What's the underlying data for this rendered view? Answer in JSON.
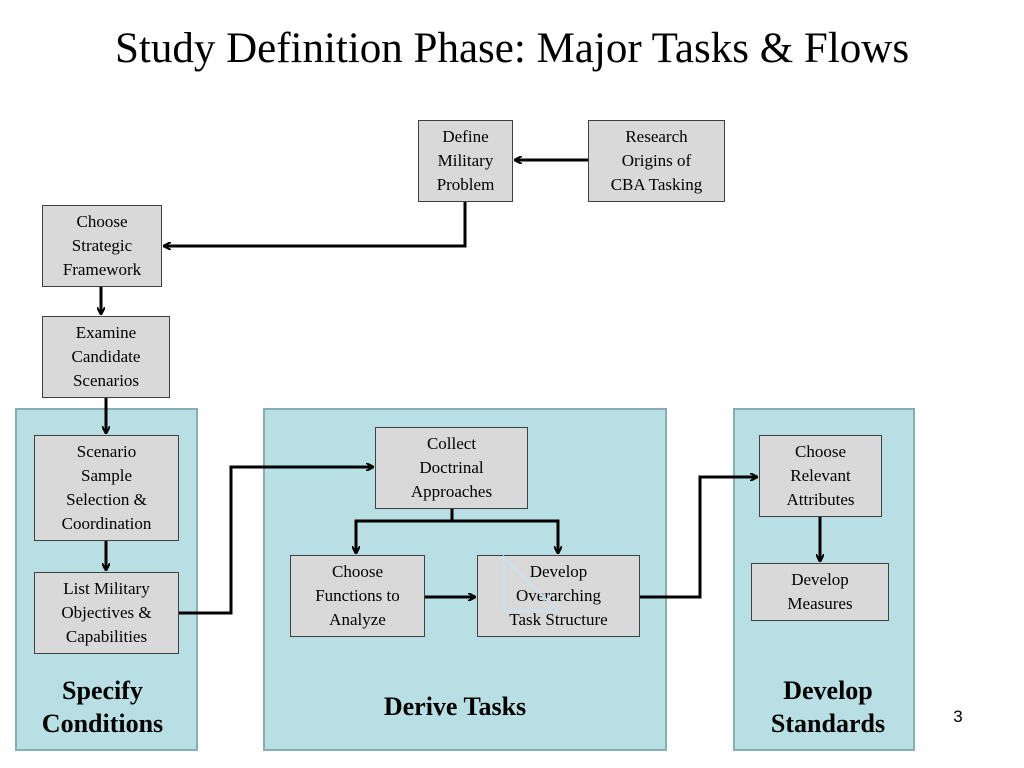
{
  "title": "Study Definition Phase:  Major Tasks & Flows",
  "page_number": "3",
  "groups": {
    "specify": "Specify\nConditions",
    "derive": "Derive Tasks",
    "develop": "Develop\nStandards"
  },
  "boxes": {
    "define_military_problem": "Define\nMilitary\nProblem",
    "research_origins": "Research\nOrigins of\nCBA Tasking",
    "choose_strategic_framework": "Choose\nStrategic\nFramework",
    "examine_candidate_scenarios": "Examine\nCandidate\nScenarios",
    "scenario_sample_selection": "Scenario\nSample\nSelection &\nCoordination",
    "list_military_objectives": "List Military\nObjectives &\nCapabilities",
    "collect_doctrinal_approaches": "Collect\nDoctrinal\nApproaches",
    "choose_functions": "Choose\nFunctions to\nAnalyze",
    "develop_overarching": "Develop\nOverarching\nTask Structure",
    "choose_relevant_attributes": "Choose\nRelevant\nAttributes",
    "develop_measures": "Develop\nMeasures"
  }
}
